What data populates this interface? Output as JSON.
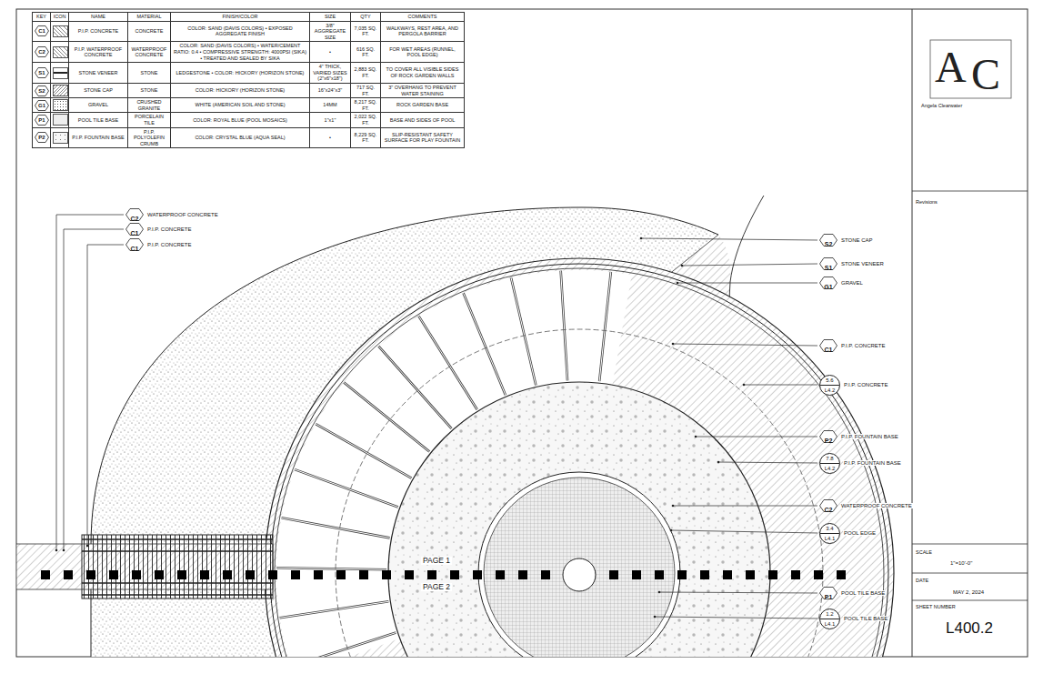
{
  "diagram": {
    "nodes": [
      {
        "text": [
          "C2",
          "WATERPROOF CONCRETE"
        ]
      },
      {
        "text": [
          "C1",
          "P.I.P. CONCRETE"
        ]
      },
      {
        "text": [
          "C1",
          "P.I.P. CONCRETE"
        ]
      },
      {
        "text": [
          "S2",
          "STONE CAP"
        ]
      },
      {
        "text": [
          "S1",
          "STONE VENEER"
        ]
      },
      {
        "text": [
          "G1",
          "GRAVEL"
        ]
      },
      {
        "text": [
          "C1",
          "P.I.P. CONCRETE"
        ]
      },
      {
        "text": [
          "5.6",
          "L4.2",
          "P.I.P. CONCRETE"
        ]
      },
      {
        "text": [
          "P2",
          "P.I.P. FOUNTAIN BASE"
        ]
      },
      {
        "text": [
          "7.8",
          "L4.2",
          "P.I.P. FOUNTAIN BASE"
        ]
      },
      {
        "text": [
          "C2",
          "WATERPROOF CONCRETE"
        ]
      },
      {
        "text": [
          "3.4",
          "L4.1",
          "POOL EDGE"
        ]
      },
      {
        "text": [
          "P1",
          "POOL TILE BASE"
        ]
      },
      {
        "text": [
          "1.2",
          "L4.1",
          "POOL TILE BASE"
        ]
      }
    ],
    "labels": [
      "KEY",
      "ICON",
      "NAME",
      "MATERIAL",
      "FINISH/COLOR",
      "SIZE",
      "QTY",
      "COMMENTS",
      "C1",
      "P.I.P. CONCRETE",
      "CONCRETE",
      "COLOR: SAND (DAVIS COLORS) • EXPOSED AGGREGATE FINISH",
      "3/8\" AGGREGATE SIZE",
      "7,035 SQ. FT.",
      "WALKWAYS, REST AREA, AND PERGOLA BARRIER",
      "C2",
      "P.I.P. WATERPROOF CONCRETE",
      "WATERPROOF CONCRETE",
      "COLOR: SAND (DAVIS COLORS) • WATER/CEMENT RATIO: 0.4 • COMPRESSIVE STRENGTH: 4000PSI (SIKA) • TREATED AND SEALED BY SIKA",
      "•",
      "616 SQ. FT.",
      "FOR WET AREAS (RUNNEL, POOL EDGE)",
      "S1",
      "STONE VENEER",
      "STONE",
      "LEDGESTONE • COLOR: HICKORY (HORIZON STONE)",
      "4\" THICK, VARIED SIZES (2\"x6\"x18\")",
      "2,883 SQ. FT.",
      "TO COVER ALL VISIBLE SIDES OF ROCK GARDEN WALLS",
      "S2",
      "STONE CAP",
      "STONE",
      "COLOR: HICKORY (HORIZON STONE)",
      "16\"x24\"x3\"",
      "717 SQ. FT.",
      "3\" OVERHANG TO PREVENT WATER STAINING",
      "G1",
      "GRAVEL",
      "CRUSHED GRANITE",
      "WHITE (AMERICAN SOIL AND STONE)",
      "14MM",
      "8,217 SQ. FT.",
      "ROCK GARDEN BASE",
      "P1",
      "POOL TILE BASE",
      "PORCELAIN TILE",
      "COLOR: ROYAL BLUE (POOL MOSAICS)",
      "1\"x1\"",
      "2,022 SQ. FT.",
      "BASE AND SIDES OF POOL",
      "P2",
      "P.I.P. FOUNTAIN BASE",
      "P.I.P. POLYOLEFIN CRUMB",
      "COLOR: CRYSTAL BLUE (AQUA SEAL)",
      "•",
      "8,229 SQ. FT.",
      "SLIP-RESISTANT SAFETY SURFACE FOR PLAY FOUNTAIN",
      "A",
      "C",
      "Angela Clearwater",
      "Revisions",
      "SCALE",
      "1\"=10'-0\"",
      "DATE",
      "MAY 2, 2024",
      "SHEET NUMBER",
      "L400.2",
      "PAGE 1",
      "PAGE 2"
    ]
  }
}
